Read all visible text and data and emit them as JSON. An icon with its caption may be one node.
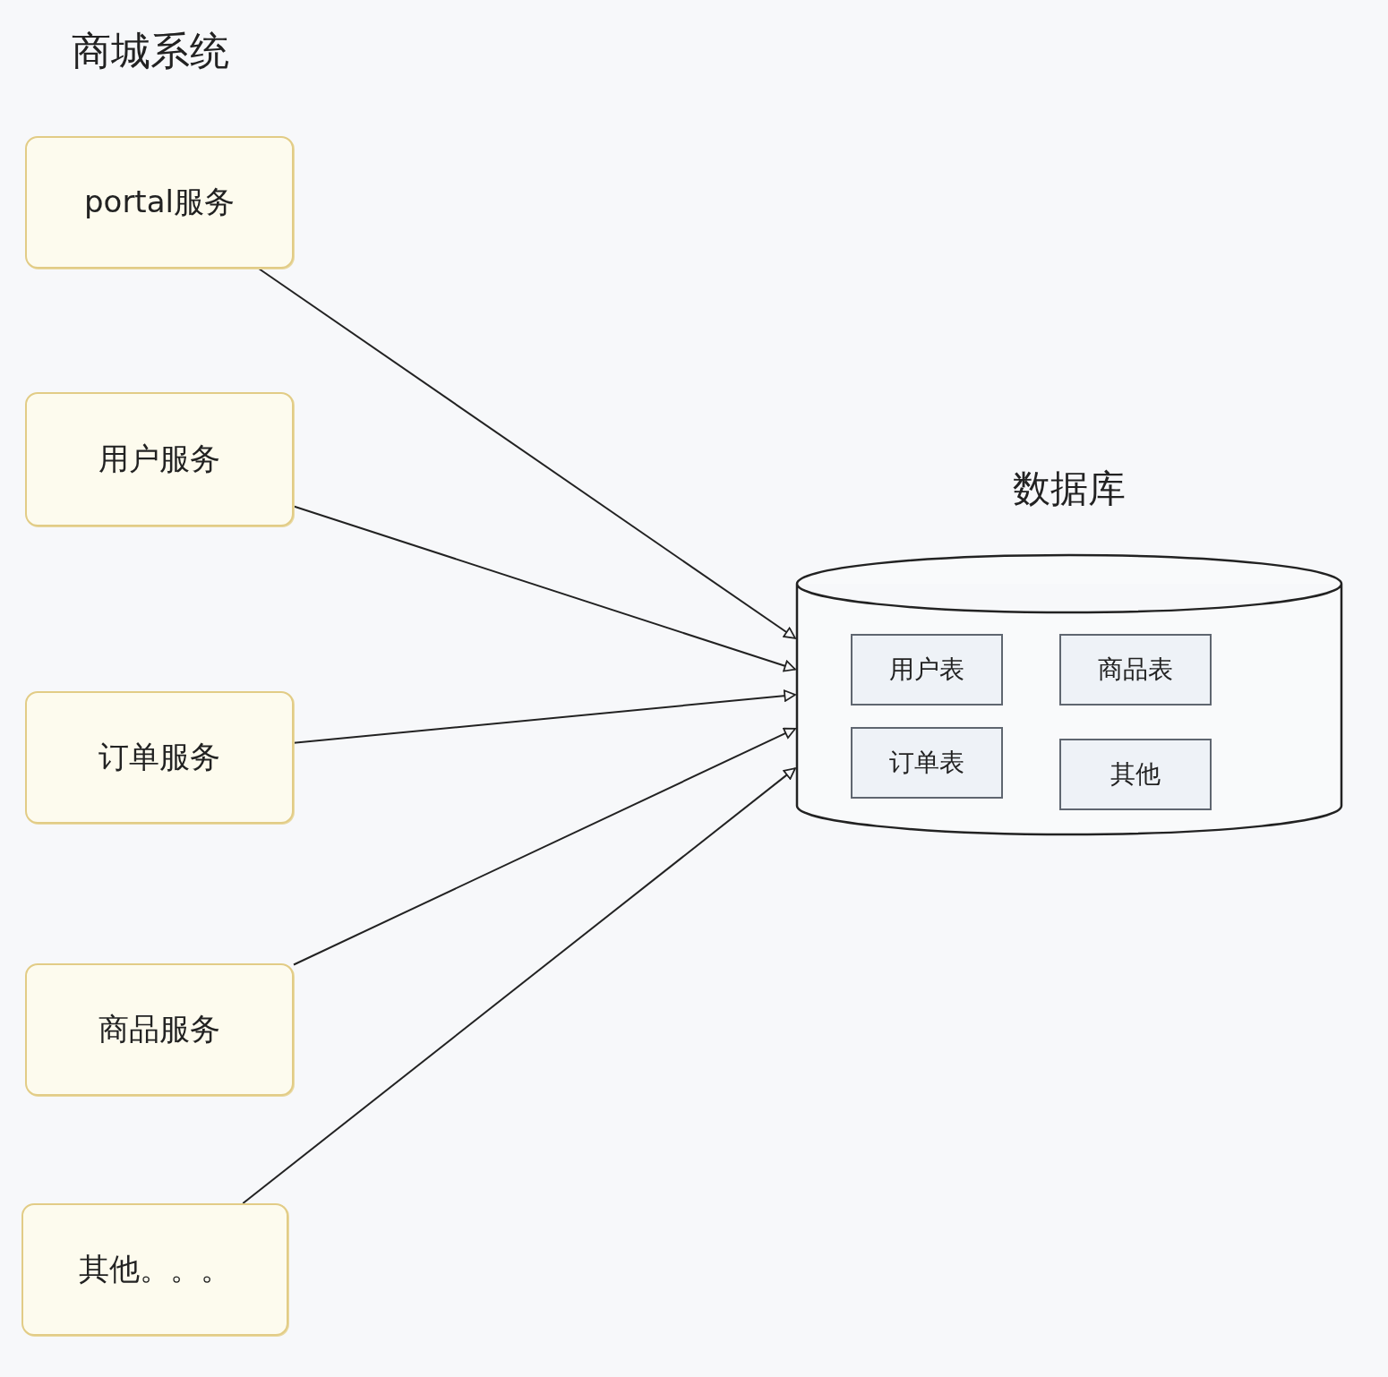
{
  "diagram": {
    "title": "商城系统",
    "nodes": [
      {
        "text": [
          "portal服务"
        ]
      },
      {
        "text": [
          "用户服务"
        ]
      },
      {
        "text": [
          "订单服务"
        ]
      },
      {
        "text": [
          "商品服务"
        ]
      },
      {
        "text": [
          "其他。。。"
        ]
      },
      {
        "text": [
          "数据库"
        ]
      },
      {
        "text": [
          "用户表"
        ],
        "in": 5
      },
      {
        "text": [
          "商品表"
        ],
        "in": 5
      },
      {
        "text": [
          "订单表"
        ],
        "in": 5
      },
      {
        "text": [
          "其他"
        ],
        "in": 5
      }
    ],
    "edges": [
      {
        "from": 0,
        "to": 5,
        "arrow": "to"
      },
      {
        "from": 1,
        "to": 5,
        "arrow": "to"
      },
      {
        "from": 2,
        "to": 5,
        "arrow": "to"
      },
      {
        "from": 3,
        "to": 5,
        "arrow": "to"
      },
      {
        "from": 4,
        "to": 5,
        "arrow": "to"
      }
    ]
  }
}
